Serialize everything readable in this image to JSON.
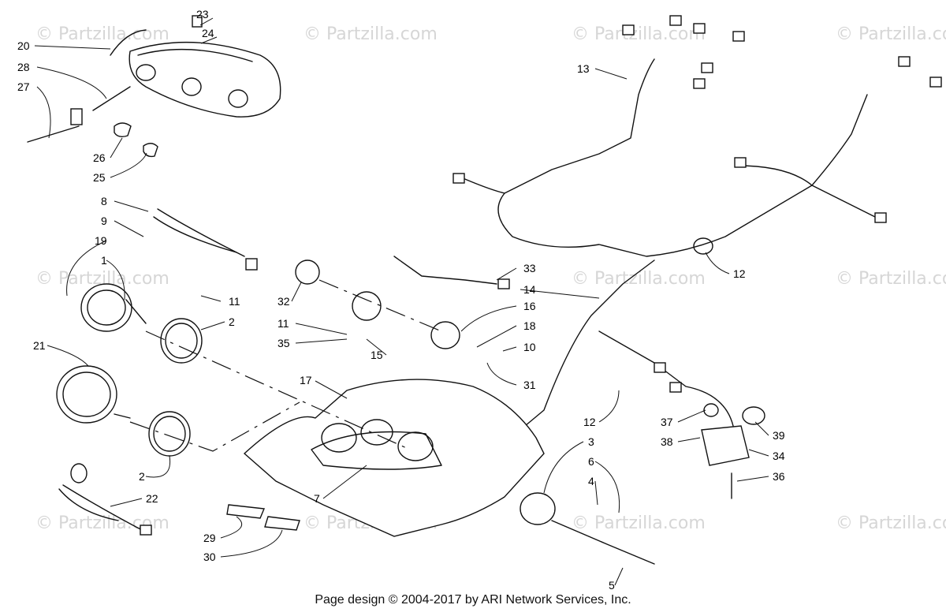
{
  "watermark": "© Partzilla.com",
  "footer": "Page design © 2004-2017 by ARI Network Services, Inc.",
  "callouts": [
    {
      "id": "c23",
      "label": "23"
    },
    {
      "id": "c24",
      "label": "24"
    },
    {
      "id": "c20",
      "label": "20"
    },
    {
      "id": "c28",
      "label": "28"
    },
    {
      "id": "c27",
      "label": "27"
    },
    {
      "id": "c26",
      "label": "26"
    },
    {
      "id": "c25",
      "label": "25"
    },
    {
      "id": "c13",
      "label": "13"
    },
    {
      "id": "c8",
      "label": "8"
    },
    {
      "id": "c9",
      "label": "9"
    },
    {
      "id": "c19",
      "label": "19"
    },
    {
      "id": "c1",
      "label": "1"
    },
    {
      "id": "c11a",
      "label": "11"
    },
    {
      "id": "c2a",
      "label": "2"
    },
    {
      "id": "c21",
      "label": "21"
    },
    {
      "id": "c2b",
      "label": "2"
    },
    {
      "id": "c22",
      "label": "22"
    },
    {
      "id": "c33",
      "label": "33"
    },
    {
      "id": "c14",
      "label": "14"
    },
    {
      "id": "c32",
      "label": "32"
    },
    {
      "id": "c16",
      "label": "16"
    },
    {
      "id": "c11b",
      "label": "11"
    },
    {
      "id": "c18",
      "label": "18"
    },
    {
      "id": "c35",
      "label": "35"
    },
    {
      "id": "c10",
      "label": "10"
    },
    {
      "id": "c15",
      "label": "15"
    },
    {
      "id": "c12a",
      "label": "12"
    },
    {
      "id": "c17",
      "label": "17"
    },
    {
      "id": "c31",
      "label": "31"
    },
    {
      "id": "c12b",
      "label": "12"
    },
    {
      "id": "c3",
      "label": "3"
    },
    {
      "id": "c37",
      "label": "37"
    },
    {
      "id": "c39",
      "label": "39"
    },
    {
      "id": "c38",
      "label": "38"
    },
    {
      "id": "c34",
      "label": "34"
    },
    {
      "id": "c6",
      "label": "6"
    },
    {
      "id": "c36",
      "label": "36"
    },
    {
      "id": "c4",
      "label": "4"
    },
    {
      "id": "c7",
      "label": "7"
    },
    {
      "id": "c29",
      "label": "29"
    },
    {
      "id": "c30",
      "label": "30"
    },
    {
      "id": "c5",
      "label": "5"
    }
  ]
}
